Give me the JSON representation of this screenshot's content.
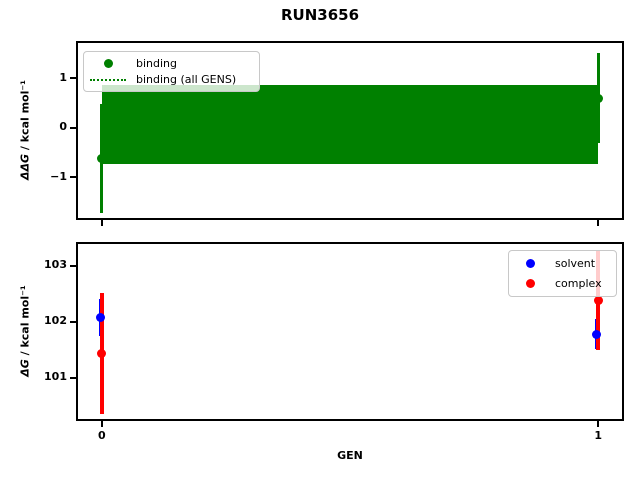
{
  "title": "RUN3656",
  "colors": {
    "binding_green": "#008000",
    "solvent_blue": "#0000ff",
    "complex_red": "#ff0000",
    "spine_black": "#000000",
    "legend_border": "#c8c8c8"
  },
  "chart_data": [
    {
      "type": "scatter",
      "ylabel": "ΔΔG / kcal mol⁻¹",
      "ylabel_math": "ΔΔG",
      "ylabel_rest": " / kcal mol⁻¹",
      "xlabel": "",
      "ylim": [
        -1.85,
        1.74
      ],
      "xlim": [
        -0.05,
        1.05
      ],
      "yticks": [
        1,
        0,
        -1
      ],
      "xticks": [
        0,
        1
      ],
      "xticklabels": [],
      "grid": false,
      "legend": {
        "position": "upper left",
        "items": [
          {
            "label": "binding",
            "marker": "dot",
            "color": "#008000"
          },
          {
            "label": "binding (all GENS)",
            "marker": "dotted-line",
            "color": "#008000"
          }
        ]
      },
      "series": [
        {
          "name": "binding",
          "type": "errorbar",
          "color": "#008000",
          "lw": 3,
          "x": [
            0,
            1
          ],
          "y": [
            -0.62,
            0.6
          ],
          "yerr": [
            1.11,
            0.91
          ]
        },
        {
          "name": "binding-all-gens",
          "type": "hline-band",
          "color": "#008000",
          "linestyle": "dotted",
          "y": 0.07,
          "band": [
            -0.74,
            0.87
          ],
          "x_range": [
            0,
            1
          ]
        }
      ]
    },
    {
      "type": "scatter",
      "ylabel": "ΔG / kcal mol⁻¹",
      "ylabel_math": "ΔG",
      "ylabel_rest": " / kcal mol⁻¹",
      "xlabel": "GEN",
      "ylim": [
        100.24,
        103.41
      ],
      "xlim": [
        -0.05,
        1.05
      ],
      "yticks": [
        103,
        102,
        101
      ],
      "xticks": [
        0,
        1
      ],
      "xticklabels": [
        "0",
        "1"
      ],
      "grid": false,
      "legend": {
        "position": "upper right",
        "items": [
          {
            "label": "solvent",
            "marker": "dot",
            "color": "#0000ff"
          },
          {
            "label": "complex",
            "marker": "dot",
            "color": "#ff0000"
          }
        ]
      },
      "series": [
        {
          "name": "solvent",
          "type": "errorbar",
          "color": "#0000ff",
          "lw": 3,
          "x": [
            0,
            1
          ],
          "y": [
            102.08,
            101.78
          ],
          "yerr": [
            0.33,
            0.26
          ]
        },
        {
          "name": "complex",
          "type": "errorbar",
          "color": "#ff0000",
          "lw": 4,
          "x": [
            0,
            1
          ],
          "y": [
            101.43,
            102.38
          ],
          "yerr": [
            1.08,
            0.88
          ]
        }
      ]
    }
  ]
}
